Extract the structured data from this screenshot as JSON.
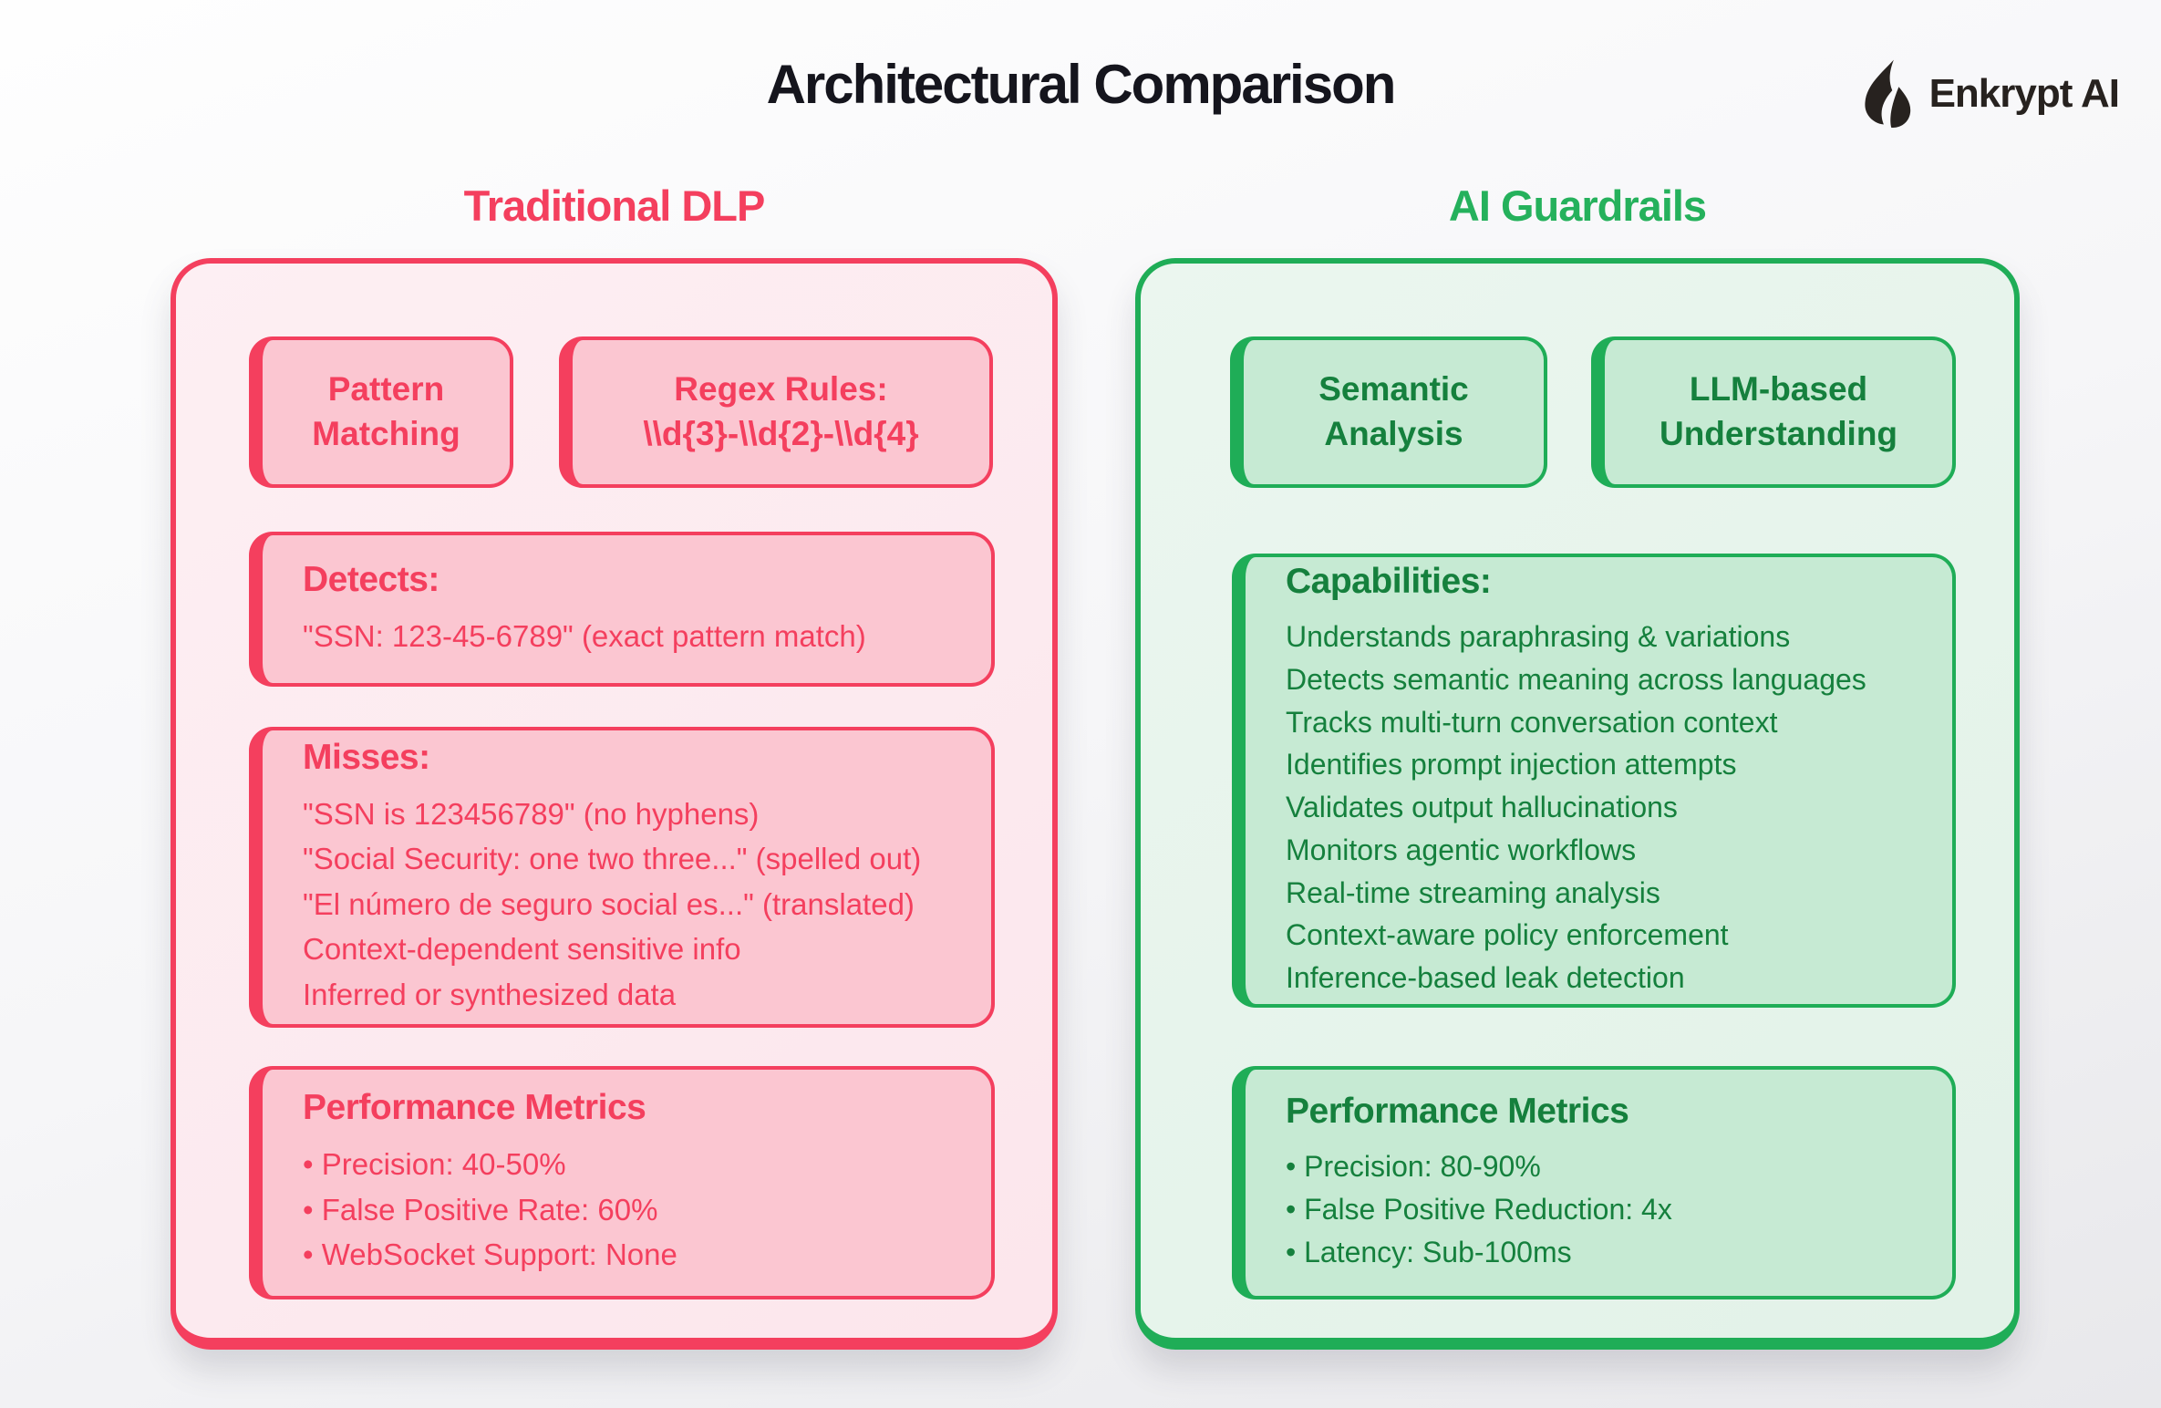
{
  "title": "Architectural Comparison",
  "brand": {
    "name": "Enkrypt AI",
    "icon": "flame-icon"
  },
  "colors": {
    "rose_accent": "#f43f5e",
    "rose_fill": "#fbc6d1",
    "rose_panel": "#fdeff3",
    "green_border": "#1fad57",
    "green_header": "#25b15c",
    "green_text": "#15803d",
    "green_fill": "#c6ead3",
    "green_panel": "#ebf6ef"
  },
  "left": {
    "header": "Traditional DLP",
    "chips": [
      {
        "label": "Pattern\nMatching"
      },
      {
        "label": "Regex Rules:\n\\\\d{3}-\\\\d{2}-\\\\d{4}"
      }
    ],
    "detects": {
      "title": "Detects:",
      "lines": [
        "\"SSN: 123-45-6789\" (exact pattern match)"
      ]
    },
    "misses": {
      "title": "Misses:",
      "lines": [
        "\"SSN is 123456789\" (no hyphens)",
        "\"Social Security: one two three...\" (spelled out)",
        "\"El número de seguro social es...\" (translated)",
        "Context-dependent sensitive info",
        "Inferred or synthesized data"
      ]
    },
    "performance": {
      "title": "Performance Metrics",
      "bullets": [
        "Precision: 40-50%",
        "False Positive Rate: 60%",
        "WebSocket Support: None"
      ]
    }
  },
  "right": {
    "header": "AI Guardrails",
    "chips": [
      {
        "label": "Semantic\nAnalysis"
      },
      {
        "label": "LLM-based\nUnderstanding"
      }
    ],
    "capabilities": {
      "title": "Capabilities:",
      "lines": [
        "Understands paraphrasing & variations",
        "Detects semantic meaning across languages",
        "Tracks multi-turn conversation context",
        "Identifies prompt injection attempts",
        "Validates output hallucinations",
        "Monitors agentic workflows",
        "Real-time streaming analysis",
        "Context-aware policy enforcement",
        "Inference-based leak detection"
      ]
    },
    "performance": {
      "title": "Performance Metrics",
      "bullets": [
        "Precision: 80-90%",
        "False Positive Reduction: 4x",
        "Latency: Sub-100ms"
      ]
    }
  }
}
